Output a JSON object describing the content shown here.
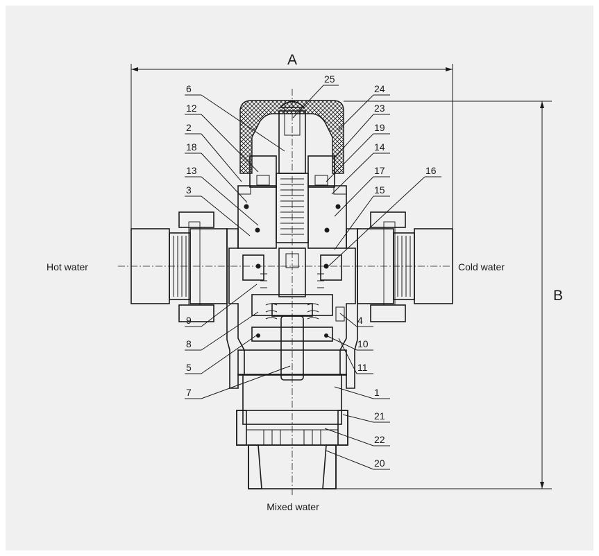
{
  "dimensions": {
    "width_label": "A",
    "height_label": "B"
  },
  "ports": {
    "hot": "Hot water",
    "cold": "Cold water",
    "mixed": "Mixed water"
  },
  "part_numbers": {
    "n25": "25",
    "n24": "24",
    "n23": "23",
    "n19": "19",
    "n14": "14",
    "n17": "17",
    "n16": "16",
    "n15": "15",
    "n6": "6",
    "n12": "12",
    "n2": "2",
    "n18": "18",
    "n13": "13",
    "n3": "3",
    "n9": "9",
    "n8": "8",
    "n5": "5",
    "n7": "7",
    "n4": "4",
    "n10": "10",
    "n11": "11",
    "n1": "1",
    "n21": "21",
    "n22": "22",
    "n20": "20"
  },
  "colors": {
    "background": "#f0f0f0",
    "ink": "#1a1a1a"
  }
}
